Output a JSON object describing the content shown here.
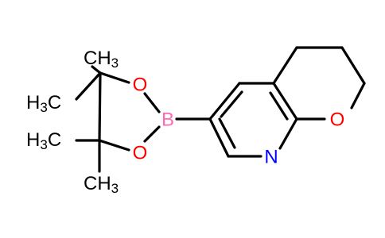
{
  "colors": {
    "bond": "#000000",
    "carbon": "#000000",
    "oxygen": "#ff0000",
    "nitrogen": "#0000ff",
    "boron": "#ff69b4"
  },
  "atoms": {
    "B": {
      "label": "B"
    },
    "O1": {
      "label": "O"
    },
    "O2": {
      "label": "O"
    },
    "O3": {
      "label": "O"
    },
    "N": {
      "label": "N"
    }
  },
  "methyls": {
    "m1": {
      "text": "CH",
      "sub": "3"
    },
    "m2": {
      "main": "H",
      "sub": "3",
      "tail": "C"
    },
    "m3": {
      "main": "H",
      "sub": "3",
      "tail": "C"
    },
    "m4": {
      "text": "CH",
      "sub": "3"
    }
  }
}
